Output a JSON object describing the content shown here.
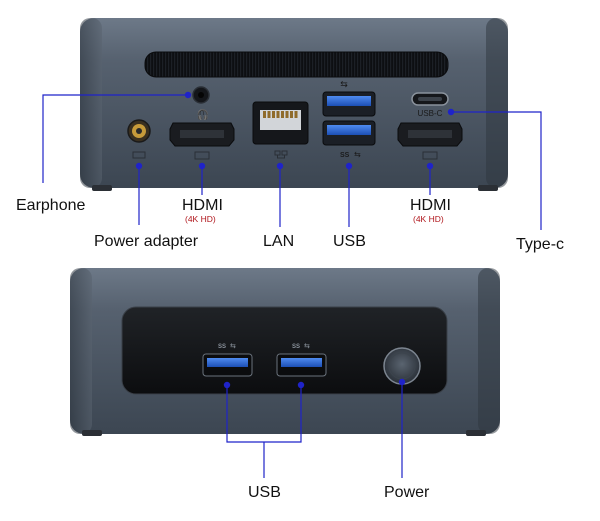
{
  "top_view": {
    "labels": {
      "earphone": "Earphone",
      "power_adapter": "Power adapter",
      "hdmi_left": "HDMI",
      "hdmi_left_sub": "(4K HD)",
      "lan": "LAN",
      "usb": "USB",
      "hdmi_right": "HDMI",
      "hdmi_right_sub": "(4K HD)",
      "type_c": "Type-c"
    },
    "port_marks": {
      "usb_c_text": "USB-C",
      "ss_usb_text": "SS"
    }
  },
  "bottom_view": {
    "labels": {
      "usb": "USB",
      "power": "Power"
    },
    "port_marks": {
      "ss_usb_text": "SS"
    }
  },
  "colors": {
    "callout_line": "#1f23c9",
    "chassis": "#4c5867",
    "chassis_dark": "#2b323b",
    "panel": "#141619",
    "usb_blue": "#2f6fe0",
    "sub_label_red": "#b0161c"
  }
}
